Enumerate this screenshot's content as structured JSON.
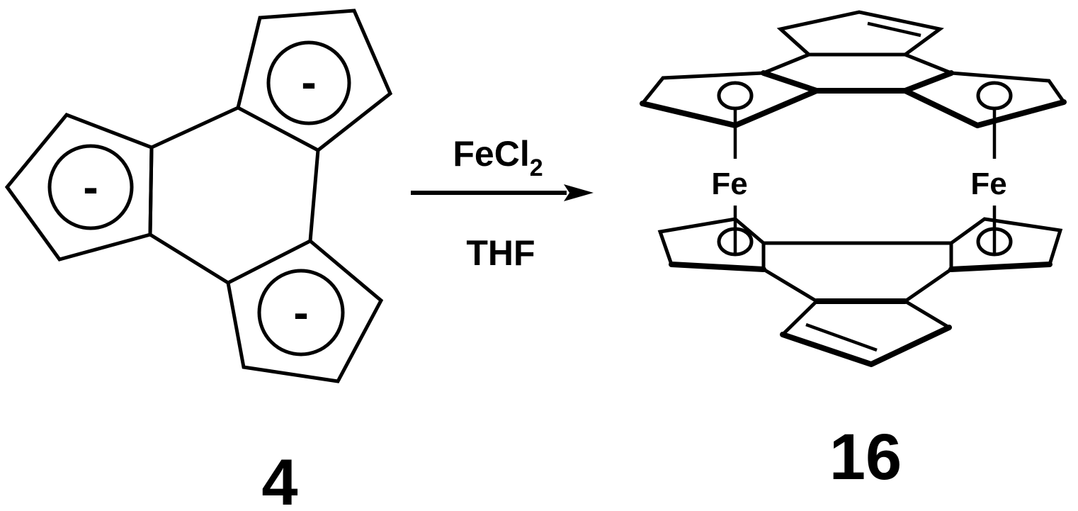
{
  "reactant": {
    "label": "4",
    "charge_symbol": "-"
  },
  "arrow": {
    "reagent_main": "FeCl",
    "reagent_subscript": "2",
    "solvent": "THF"
  },
  "product": {
    "label": "16",
    "metal_1": "Fe",
    "metal_2": "Fe"
  }
}
